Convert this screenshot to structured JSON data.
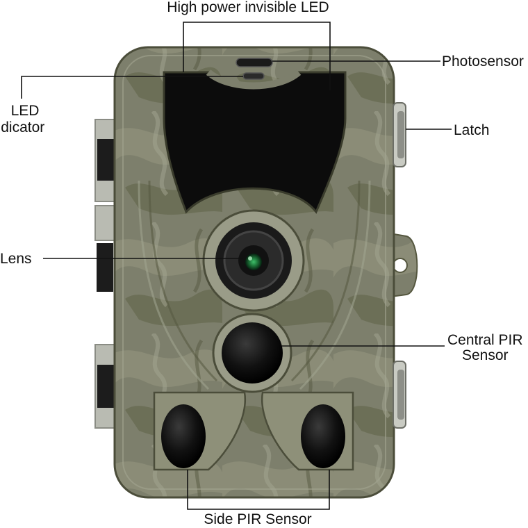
{
  "diagram": {
    "labels": {
      "high_power_led": "High power invisible LED",
      "photosensor": "Photosensor",
      "led_indicator_line1": "LED",
      "led_indicator_line2": "Indicator",
      "latch": "Latch",
      "lens": "Lens",
      "central_pir_line1": "Central PIR",
      "central_pir_line2": "Sensor",
      "side_pir": "Side PIR Sensor"
    },
    "colors": {
      "camo_base": "#7d7f6c",
      "camo_light": "#a3a591",
      "camo_dark": "#55573f",
      "panel_black": "#0c0c0c",
      "lens_green": "#1f7a3c",
      "leader_line": "#111111"
    }
  }
}
